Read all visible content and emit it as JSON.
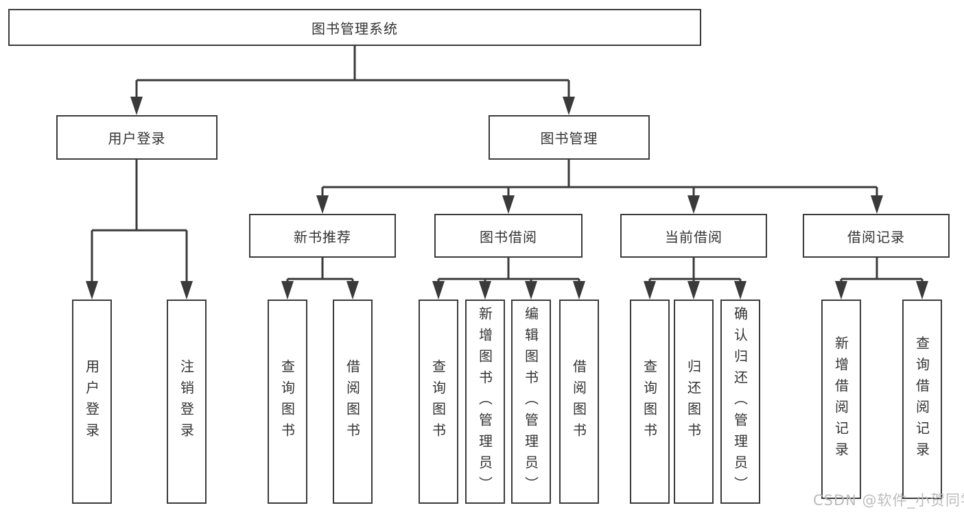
{
  "colors": {
    "line": "#3a3a3a",
    "text": "#333333",
    "background": "#ffffff",
    "watermark": "#bcbcbc"
  },
  "watermark": "CSDN @软件_小贺同学",
  "tree": {
    "label": "图书管理系统",
    "children": [
      {
        "label": "用户登录",
        "children": [
          {
            "label": "用户登录"
          },
          {
            "label": "注销登录"
          }
        ]
      },
      {
        "label": "图书管理",
        "children": [
          {
            "label": "新书推荐",
            "children": [
              {
                "label": "查询图书"
              },
              {
                "label": "借阅图书"
              }
            ]
          },
          {
            "label": "图书借阅",
            "children": [
              {
                "label": "查询图书"
              },
              {
                "label": "新增图书（管理员）"
              },
              {
                "label": "编辑图书（管理员）"
              },
              {
                "label": "借阅图书"
              }
            ]
          },
          {
            "label": "当前借阅",
            "children": [
              {
                "label": "查询图书"
              },
              {
                "label": "归还图书"
              },
              {
                "label": "确认归还（管理员）"
              }
            ]
          },
          {
            "label": "借阅记录",
            "children": [
              {
                "label": "新增借阅记录"
              },
              {
                "label": "查询借阅记录"
              }
            ]
          }
        ]
      }
    ]
  }
}
